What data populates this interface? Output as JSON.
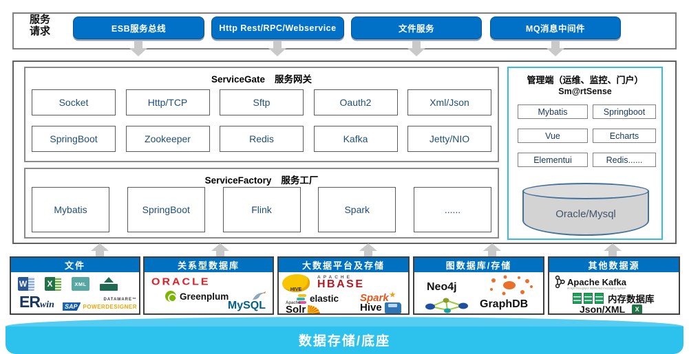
{
  "colors": {
    "primary_blue": "#0070C0",
    "button_blue": "#0171C7",
    "base_cyan": "#2DC2EE",
    "panel_border_cyan": "#35BBE9",
    "box_text_blue": "#1F4E79",
    "arrow_gray": "#C9C9C9",
    "oracle_red": "#E21F26",
    "hbase_red": "#B01C24",
    "spark_orange": "#E25A1C",
    "greenplum_green": "#7AB800",
    "graphdb_orange": "#E8702A"
  },
  "top": {
    "label_line1": "服务",
    "label_line2": "请求",
    "buttons": [
      "ESB服务总线",
      "Http Rest/RPC/Webservice",
      "文件服务",
      "MQ消息中间件"
    ]
  },
  "gateway": {
    "title_en": "ServiceGate",
    "title_zh": "服务网关",
    "row1": [
      "Socket",
      "Http/TCP",
      "Sftp",
      "Oauth2",
      "Xml/Json"
    ],
    "row2": [
      "SpringBoot",
      "Zookeeper",
      "Redis",
      "Kafka",
      "Jetty/NIO"
    ]
  },
  "factory": {
    "title_en": "ServiceFactory",
    "title_zh": "服务工厂",
    "items": [
      "Mybatis",
      "SpringBoot",
      "Flink",
      "Spark",
      "......"
    ]
  },
  "management": {
    "title": "管理端（运维、监控、门户）",
    "subtitle": "Sm@rtSense",
    "items": [
      "Mybatis",
      "Springboot",
      "Vue",
      "Echarts",
      "Elementui",
      "Redis......"
    ],
    "database": "Oracle/Mysql"
  },
  "datasources": {
    "files": {
      "title": "文件",
      "word": "W",
      "excel": "X",
      "xml": "XML",
      "erwin_er": "ER",
      "erwin_win": "win",
      "dataware": "DATAWARE™",
      "sap": "SAP",
      "powerdesigner": "POWERDESIGNER"
    },
    "relational": {
      "title": "关系型数据库",
      "oracle": "ORACLE",
      "greenplum": "Greenplum",
      "mysql": "MySQL"
    },
    "bigdata": {
      "title": "大数据平台及存储",
      "hive_badge": "HIVE",
      "apache": "APACHE",
      "hbase": "HBASE",
      "elastic": "elastic",
      "spark": "Spark",
      "solr_apache": "Apache",
      "solr": "Solr",
      "hive": "Hive"
    },
    "graph": {
      "title": "图数据库/存储",
      "neo4j": "Neo4j",
      "graphdb": "GraphDB"
    },
    "other": {
      "title": "其他数据源",
      "kafka": "Apache Kafka",
      "kafka_tagline": "A high-throughput distributed messaging system",
      "memory_db": "内存数据库",
      "json_xml": "Json/XML"
    }
  },
  "base": {
    "label": "数据存储/底座"
  }
}
